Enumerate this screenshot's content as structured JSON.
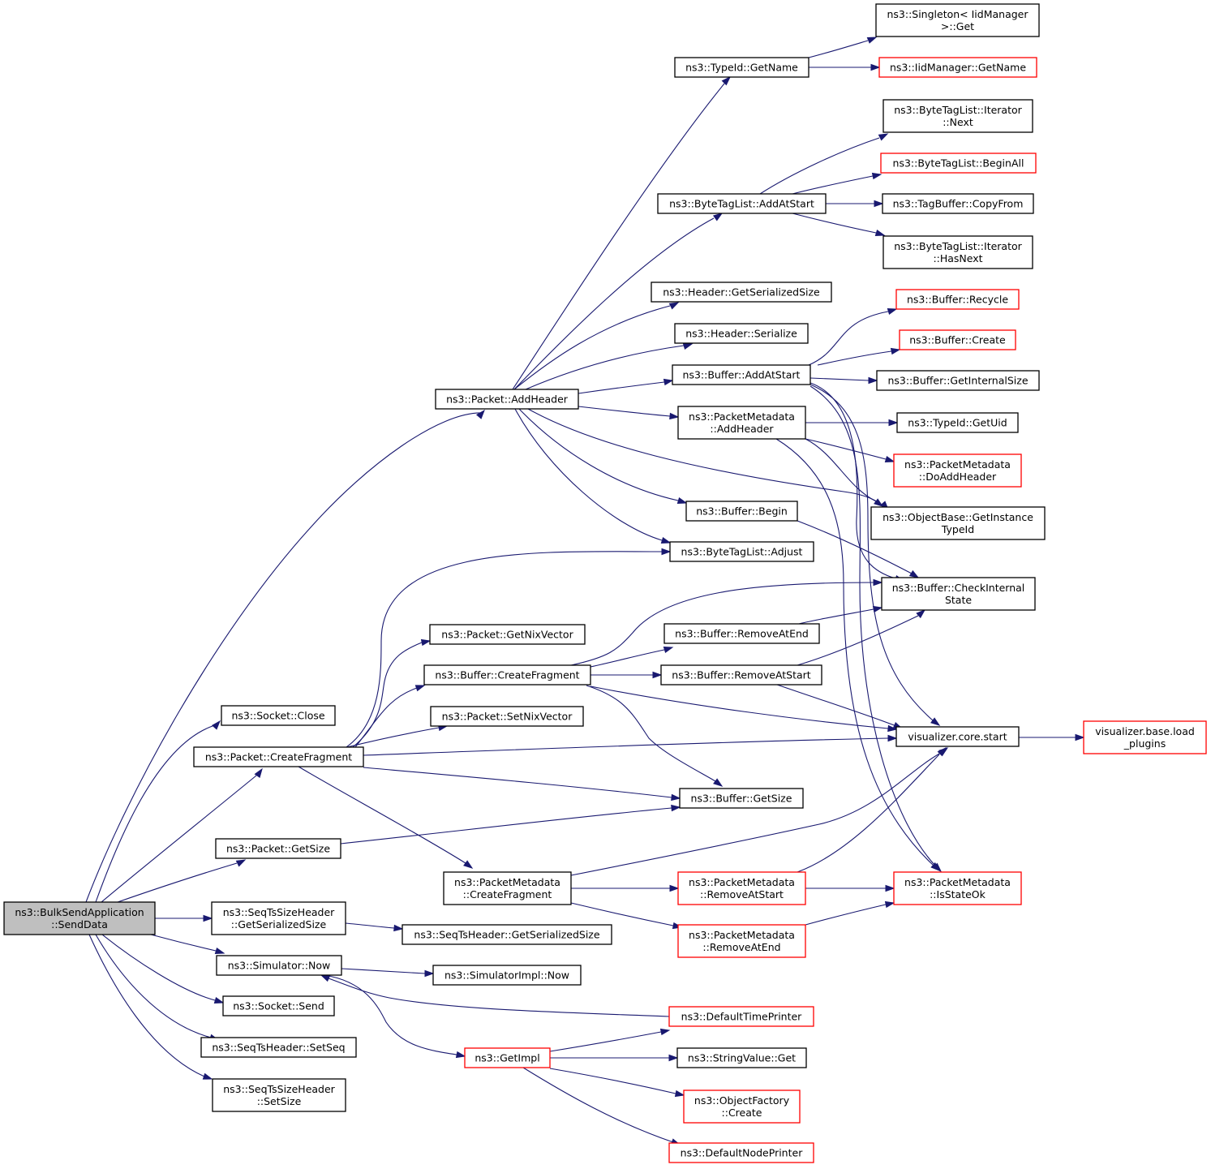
{
  "nodes": {
    "root": {
      "lines": [
        "ns3::BulkSendApplication",
        "::SendData"
      ],
      "color": "#000000"
    },
    "pkt_addheader": {
      "lines": [
        "ns3::Packet::AddHeader"
      ],
      "color": "#000000"
    },
    "sock_close": {
      "lines": [
        "ns3::Socket::Close"
      ],
      "color": "#000000"
    },
    "pkt_createfragment": {
      "lines": [
        "ns3::Packet::CreateFragment"
      ],
      "color": "#000000"
    },
    "pkt_getsize": {
      "lines": [
        "ns3::Packet::GetSize"
      ],
      "color": "#000000"
    },
    "seqts_getser": {
      "lines": [
        "ns3::SeqTsSizeHeader",
        "::GetSerializedSize"
      ],
      "color": "#000000"
    },
    "sim_now": {
      "lines": [
        "ns3::Simulator::Now"
      ],
      "color": "#000000"
    },
    "sock_send": {
      "lines": [
        "ns3::Socket::Send"
      ],
      "color": "#000000"
    },
    "seqts_setseq": {
      "lines": [
        "ns3::SeqTsHeader::SetSeq"
      ],
      "color": "#000000"
    },
    "seqts_setsize": {
      "lines": [
        "ns3::SeqTsSizeHeader",
        "::SetSize"
      ],
      "color": "#000000"
    },
    "typeid_getname": {
      "lines": [
        "ns3::TypeId::GetName"
      ],
      "color": "#000000"
    },
    "btl_addatstart": {
      "lines": [
        "ns3::ByteTagList::AddAtStart"
      ],
      "color": "#000000"
    },
    "hdr_getser": {
      "lines": [
        "ns3::Header::GetSerializedSize"
      ],
      "color": "#000000"
    },
    "hdr_serialize": {
      "lines": [
        "ns3::Header::Serialize"
      ],
      "color": "#000000"
    },
    "buf_addatstart": {
      "lines": [
        "ns3::Buffer::AddAtStart"
      ],
      "color": "#000000"
    },
    "pm_addheader": {
      "lines": [
        "ns3::PacketMetadata",
        "::AddHeader"
      ],
      "color": "#000000"
    },
    "buf_begin": {
      "lines": [
        "ns3::Buffer::Begin"
      ],
      "color": "#000000"
    },
    "btl_adjust": {
      "lines": [
        "ns3::ByteTagList::Adjust"
      ],
      "color": "#000000"
    },
    "pkt_getnix": {
      "lines": [
        "ns3::Packet::GetNixVector"
      ],
      "color": "#000000"
    },
    "buf_createfragment": {
      "lines": [
        "ns3::Buffer::CreateFragment"
      ],
      "color": "#000000"
    },
    "pkt_setnix": {
      "lines": [
        "ns3::Packet::SetNixVector"
      ],
      "color": "#000000"
    },
    "buf_getsize": {
      "lines": [
        "ns3::Buffer::GetSize"
      ],
      "color": "#000000"
    },
    "pm_createfragment": {
      "lines": [
        "ns3::PacketMetadata",
        "::CreateFragment"
      ],
      "color": "#000000"
    },
    "seqtsh_getser": {
      "lines": [
        "ns3::SeqTsHeader::GetSerializedSize"
      ],
      "color": "#000000"
    },
    "simimpl_now": {
      "lines": [
        "ns3::SimulatorImpl::Now"
      ],
      "color": "#000000"
    },
    "getimpl": {
      "lines": [
        "ns3::GetImpl"
      ],
      "color": "#ff0000"
    },
    "singleton_get": {
      "lines": [
        "ns3::Singleton< IidManager",
        " >::Get"
      ],
      "color": "#000000"
    },
    "iid_getname": {
      "lines": [
        "ns3::IidManager::GetName"
      ],
      "color": "#ff0000"
    },
    "btl_iter_next": {
      "lines": [
        "ns3::ByteTagList::Iterator",
        "::Next"
      ],
      "color": "#000000"
    },
    "btl_beginall": {
      "lines": [
        "ns3::ByteTagList::BeginAll"
      ],
      "color": "#ff0000"
    },
    "tagbuf_copyfrom": {
      "lines": [
        "ns3::TagBuffer::CopyFrom"
      ],
      "color": "#000000"
    },
    "btl_iter_hasnext": {
      "lines": [
        "ns3::ByteTagList::Iterator",
        "::HasNext"
      ],
      "color": "#000000"
    },
    "buf_recycle": {
      "lines": [
        "ns3::Buffer::Recycle"
      ],
      "color": "#ff0000"
    },
    "buf_create": {
      "lines": [
        "ns3::Buffer::Create"
      ],
      "color": "#ff0000"
    },
    "buf_getinternalsize": {
      "lines": [
        "ns3::Buffer::GetInternalSize"
      ],
      "color": "#000000"
    },
    "typeid_getuid": {
      "lines": [
        "ns3::TypeId::GetUid"
      ],
      "color": "#000000"
    },
    "pm_doaddheader": {
      "lines": [
        "ns3::PacketMetadata",
        "::DoAddHeader"
      ],
      "color": "#ff0000"
    },
    "ob_getinstancetypeid": {
      "lines": [
        "ns3::ObjectBase::GetInstance",
        "TypeId"
      ],
      "color": "#000000"
    },
    "buf_checkinternal": {
      "lines": [
        "ns3::Buffer::CheckInternal",
        "State"
      ],
      "color": "#000000"
    },
    "buf_removeatend": {
      "lines": [
        "ns3::Buffer::RemoveAtEnd"
      ],
      "color": "#000000"
    },
    "buf_removeatstart": {
      "lines": [
        "ns3::Buffer::RemoveAtStart"
      ],
      "color": "#000000"
    },
    "viz_start": {
      "lines": [
        "visualizer.core.start"
      ],
      "color": "#000000"
    },
    "viz_loadplugins": {
      "lines": [
        "visualizer.base.load",
        "_plugins"
      ],
      "color": "#ff0000"
    },
    "pm_removeatstart": {
      "lines": [
        "ns3::PacketMetadata",
        "::RemoveAtStart"
      ],
      "color": "#ff0000"
    },
    "pm_isstateok": {
      "lines": [
        "ns3::PacketMetadata",
        "::IsStateOk"
      ],
      "color": "#ff0000"
    },
    "pm_removeatend": {
      "lines": [
        "ns3::PacketMetadata",
        "::RemoveAtEnd"
      ],
      "color": "#ff0000"
    },
    "defaulttimeprinter": {
      "lines": [
        "ns3::DefaultTimePrinter"
      ],
      "color": "#ff0000"
    },
    "stringvalue_get": {
      "lines": [
        "ns3::StringValue::Get"
      ],
      "color": "#000000"
    },
    "objfactory_create": {
      "lines": [
        "ns3::ObjectFactory",
        "::Create"
      ],
      "color": "#ff0000"
    },
    "defaultnodeprinter": {
      "lines": [
        "ns3::DefaultNodePrinter"
      ],
      "color": "#ff0000"
    }
  },
  "edges": [
    [
      "root",
      "pkt_addheader"
    ],
    [
      "root",
      "sock_close"
    ],
    [
      "root",
      "pkt_createfragment"
    ],
    [
      "root",
      "pkt_getsize"
    ],
    [
      "root",
      "seqts_getser"
    ],
    [
      "root",
      "sim_now"
    ],
    [
      "root",
      "sock_send"
    ],
    [
      "root",
      "seqts_setseq"
    ],
    [
      "root",
      "seqts_setsize"
    ],
    [
      "pkt_addheader",
      "typeid_getname"
    ],
    [
      "pkt_addheader",
      "btl_addatstart"
    ],
    [
      "pkt_addheader",
      "hdr_getser"
    ],
    [
      "pkt_addheader",
      "hdr_serialize"
    ],
    [
      "pkt_addheader",
      "buf_addatstart"
    ],
    [
      "pkt_addheader",
      "pm_addheader"
    ],
    [
      "pkt_addheader",
      "ob_getinstancetypeid"
    ],
    [
      "pkt_addheader",
      "buf_begin"
    ],
    [
      "pkt_addheader",
      "btl_adjust"
    ],
    [
      "typeid_getname",
      "singleton_get"
    ],
    [
      "typeid_getname",
      "iid_getname"
    ],
    [
      "btl_addatstart",
      "btl_iter_next"
    ],
    [
      "btl_addatstart",
      "btl_beginall"
    ],
    [
      "btl_addatstart",
      "tagbuf_copyfrom"
    ],
    [
      "btl_addatstart",
      "btl_iter_hasnext"
    ],
    [
      "buf_addatstart",
      "buf_recycle"
    ],
    [
      "buf_addatstart",
      "buf_create"
    ],
    [
      "buf_addatstart",
      "buf_getinternalsize"
    ],
    [
      "buf_addatstart",
      "buf_checkinternal"
    ],
    [
      "buf_addatstart",
      "viz_start"
    ],
    [
      "buf_addatstart",
      "pm_isstateok"
    ],
    [
      "pm_addheader",
      "typeid_getuid"
    ],
    [
      "pm_addheader",
      "pm_doaddheader"
    ],
    [
      "pm_addheader",
      "ob_getinstancetypeid"
    ],
    [
      "pm_addheader",
      "pm_isstateok"
    ],
    [
      "buf_begin",
      "buf_checkinternal"
    ],
    [
      "pkt_createfragment",
      "btl_adjust"
    ],
    [
      "pkt_createfragment",
      "pkt_getnix"
    ],
    [
      "pkt_createfragment",
      "buf_createfragment"
    ],
    [
      "pkt_createfragment",
      "pkt_setnix"
    ],
    [
      "pkt_createfragment",
      "viz_start"
    ],
    [
      "pkt_createfragment",
      "buf_getsize"
    ],
    [
      "pkt_createfragment",
      "pm_createfragment"
    ],
    [
      "buf_createfragment",
      "buf_checkinternal"
    ],
    [
      "buf_createfragment",
      "buf_removeatend"
    ],
    [
      "buf_createfragment",
      "buf_removeatstart"
    ],
    [
      "buf_createfragment",
      "viz_start"
    ],
    [
      "buf_createfragment",
      "buf_getsize"
    ],
    [
      "buf_removeatend",
      "buf_checkinternal"
    ],
    [
      "buf_removeatstart",
      "buf_checkinternal"
    ],
    [
      "buf_removeatstart",
      "viz_start"
    ],
    [
      "viz_start",
      "viz_loadplugins"
    ],
    [
      "pkt_getsize",
      "buf_getsize"
    ],
    [
      "pm_createfragment",
      "viz_start"
    ],
    [
      "pm_createfragment",
      "pm_removeatstart"
    ],
    [
      "pm_createfragment",
      "pm_removeatend"
    ],
    [
      "pm_removeatstart",
      "viz_start"
    ],
    [
      "pm_removeatstart",
      "pm_isstateok"
    ],
    [
      "pm_removeatend",
      "pm_isstateok"
    ],
    [
      "seqts_getser",
      "seqtsh_getser"
    ],
    [
      "sim_now",
      "simimpl_now"
    ],
    [
      "sim_now",
      "getimpl"
    ],
    [
      "getimpl",
      "defaulttimeprinter"
    ],
    [
      "getimpl",
      "stringvalue_get"
    ],
    [
      "getimpl",
      "objfactory_create"
    ],
    [
      "getimpl",
      "defaultnodeprinter"
    ],
    [
      "defaulttimeprinter",
      "sim_now"
    ]
  ]
}
